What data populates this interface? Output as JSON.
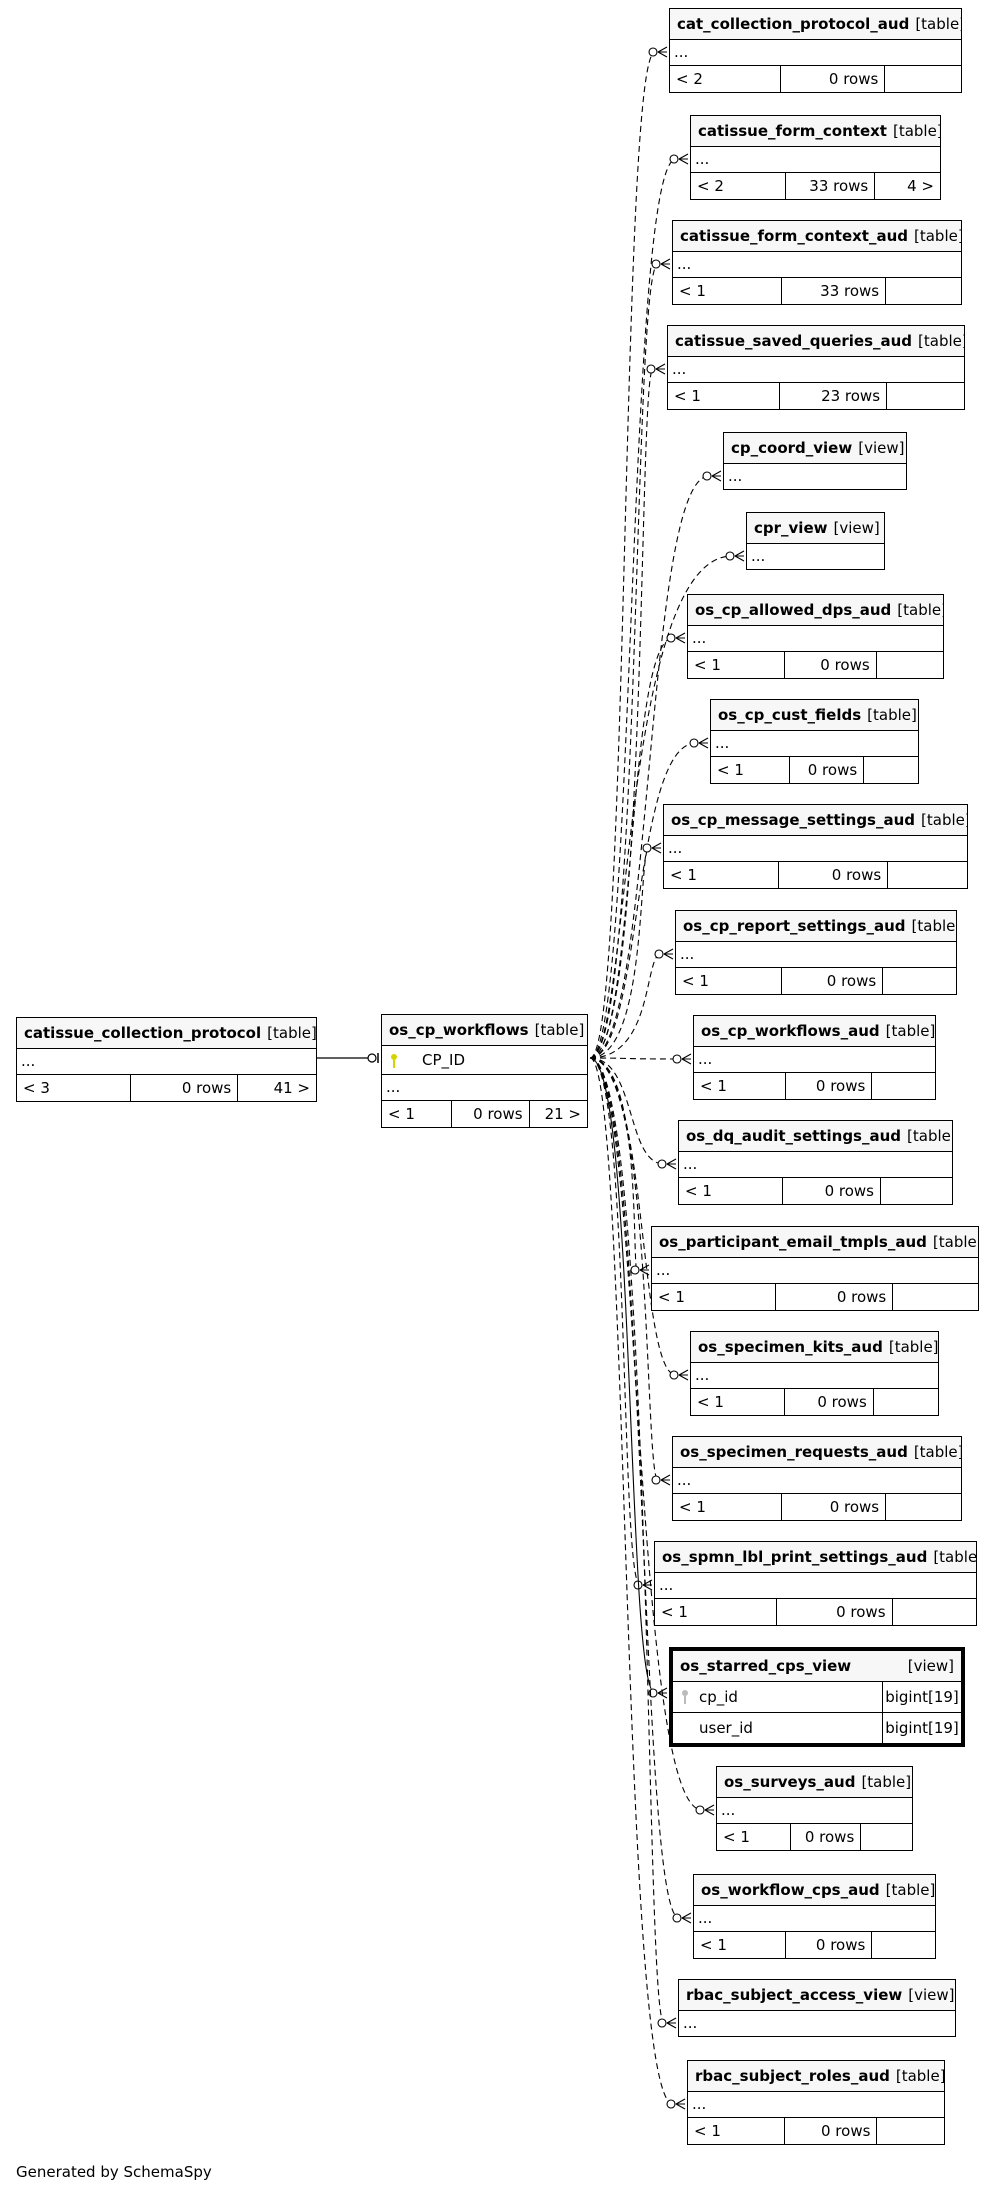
{
  "source_table": {
    "name": "catissue_collection_protocol",
    "kind": "[table]",
    "cols": "...",
    "parents": "< 3",
    "rows": "0 rows",
    "children": "41 >"
  },
  "main_table": {
    "name": "os_cp_workflows",
    "kind": "[table]",
    "key_column": "CP_ID",
    "cols": "...",
    "parents": "< 1",
    "rows": "0 rows",
    "children": "21 >",
    "key_color": "#d4d400"
  },
  "children": [
    {
      "name": "cat_collection_protocol_aud",
      "kind": "[table]",
      "cols": "...",
      "parents": "< 2",
      "rows": "0 rows",
      "children": ""
    },
    {
      "name": "catissue_form_context",
      "kind": "[table]",
      "cols": "...",
      "parents": "< 2",
      "rows": "33 rows",
      "children": "4 >"
    },
    {
      "name": "catissue_form_context_aud",
      "kind": "[table]",
      "cols": "...",
      "parents": "< 1",
      "rows": "33 rows",
      "children": ""
    },
    {
      "name": "catissue_saved_queries_aud",
      "kind": "[table]",
      "cols": "...",
      "parents": "< 1",
      "rows": "23 rows",
      "children": ""
    },
    {
      "name": "cp_coord_view",
      "kind": "[view]",
      "cols": "..."
    },
    {
      "name": "cpr_view",
      "kind": "[view]",
      "cols": "..."
    },
    {
      "name": "os_cp_allowed_dps_aud",
      "kind": "[table]",
      "cols": "...",
      "parents": "< 1",
      "rows": "0 rows",
      "children": ""
    },
    {
      "name": "os_cp_cust_fields",
      "kind": "[table]",
      "cols": "...",
      "parents": "< 1",
      "rows": "0 rows",
      "children": ""
    },
    {
      "name": "os_cp_message_settings_aud",
      "kind": "[table]",
      "cols": "...",
      "parents": "< 1",
      "rows": "0 rows",
      "children": ""
    },
    {
      "name": "os_cp_report_settings_aud",
      "kind": "[table]",
      "cols": "...",
      "parents": "< 1",
      "rows": "0 rows",
      "children": ""
    },
    {
      "name": "os_cp_workflows_aud",
      "kind": "[table]",
      "cols": "...",
      "parents": "< 1",
      "rows": "0 rows",
      "children": ""
    },
    {
      "name": "os_dq_audit_settings_aud",
      "kind": "[table]",
      "cols": "...",
      "parents": "< 1",
      "rows": "0 rows",
      "children": ""
    },
    {
      "name": "os_participant_email_tmpls_aud",
      "kind": "[table]",
      "cols": "...",
      "parents": "< 1",
      "rows": "0 rows",
      "children": ""
    },
    {
      "name": "os_specimen_kits_aud",
      "kind": "[table]",
      "cols": "...",
      "parents": "< 1",
      "rows": "0 rows",
      "children": ""
    },
    {
      "name": "os_specimen_requests_aud",
      "kind": "[table]",
      "cols": "...",
      "parents": "< 1",
      "rows": "0 rows",
      "children": ""
    },
    {
      "name": "os_spmn_lbl_print_settings_aud",
      "kind": "[table]",
      "cols": "...",
      "parents": "< 1",
      "rows": "0 rows",
      "children": ""
    },
    {
      "name": "os_starred_cps_view",
      "kind": "[view]",
      "focus": true,
      "columns": [
        {
          "name": "cp_id",
          "type": "bigint[19]",
          "key": true
        },
        {
          "name": "user_id",
          "type": "bigint[19]",
          "key": false
        }
      ]
    },
    {
      "name": "os_surveys_aud",
      "kind": "[table]",
      "cols": "...",
      "parents": "< 1",
      "rows": "0 rows",
      "children": ""
    },
    {
      "name": "os_workflow_cps_aud",
      "kind": "[table]",
      "cols": "...",
      "parents": "< 1",
      "rows": "0 rows",
      "children": ""
    },
    {
      "name": "rbac_subject_access_view",
      "kind": "[view]",
      "cols": "..."
    },
    {
      "name": "rbac_subject_roles_aud",
      "kind": "[table]",
      "cols": "...",
      "parents": "< 1",
      "rows": "0 rows",
      "children": ""
    }
  ],
  "footer": "Generated by SchemaSpy",
  "colors": {
    "line": "#000000",
    "header_bg": "#f7f7f7",
    "key_icon_faded": "#bbbbbb"
  }
}
